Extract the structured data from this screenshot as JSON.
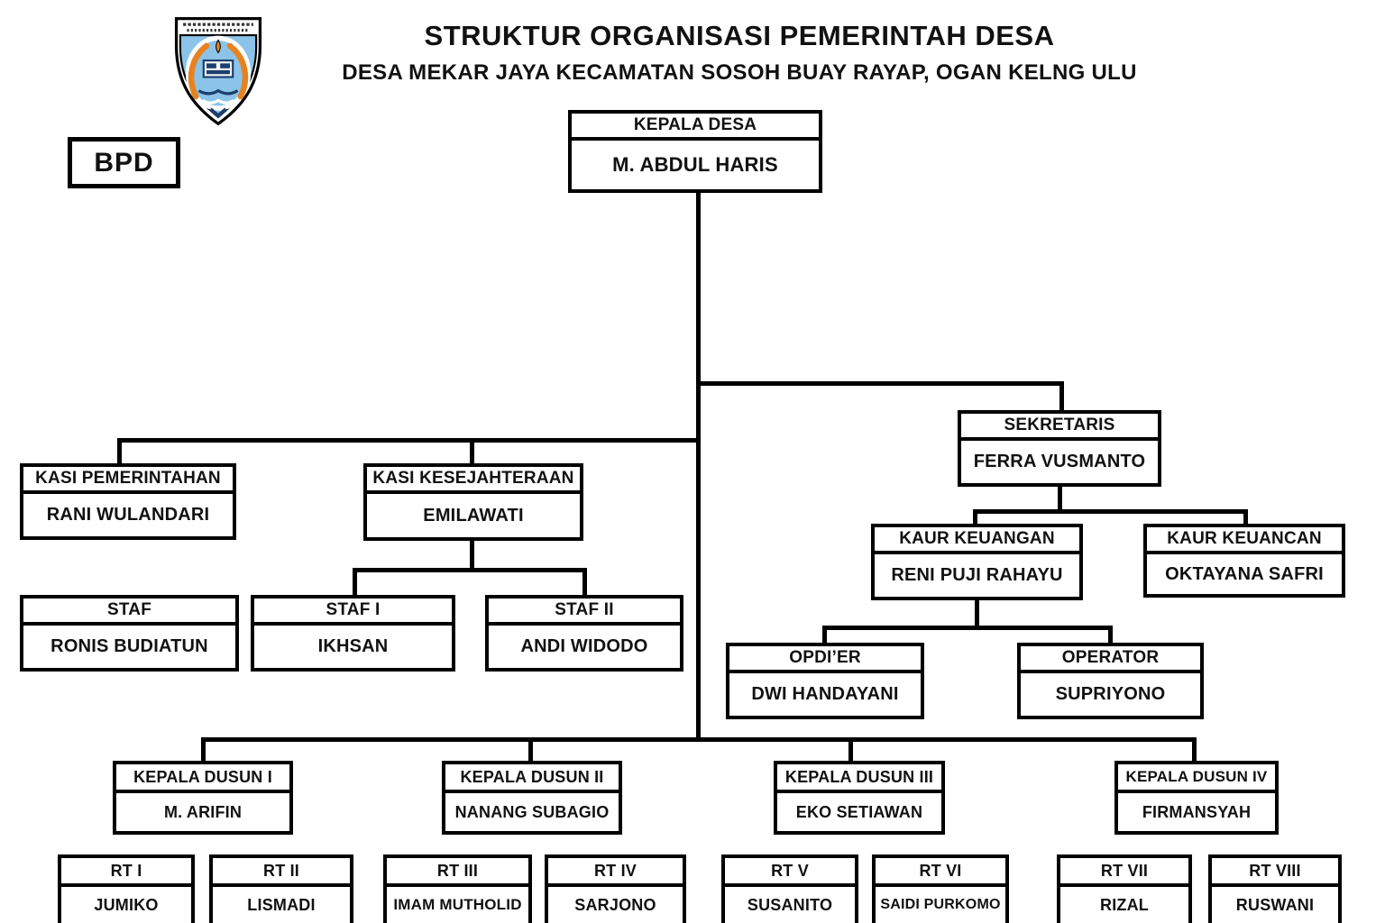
{
  "header": {
    "title": "STRUKTUR ORGANISASI PEMERINTAH DESA",
    "subtitle": "DESA MEKAR JAYA KECAMATAN SOSOH BUAY RAYAP, OGAN KELNG ULU"
  },
  "logo": {
    "name": "regency-crest-icon"
  },
  "colors": {
    "line": "#000000",
    "box_background": "#ffffff",
    "box_border": "#000000",
    "logo_blue": "#8cc3e8",
    "logo_orange": "#e8821e",
    "logo_navy": "#1b3f6e"
  },
  "org": {
    "bpd": {
      "label": "BPD"
    },
    "kepala_desa": {
      "title": "KEPALA DESA",
      "name": "M. ABDUL HARIS"
    },
    "sekretaris": {
      "title": "SEKRETARIS",
      "name": "FERRA VUSMANTO"
    },
    "kasi_pemerintahan": {
      "title": "KASI PEMERINTAHAN",
      "name": "RANI WULANDARI"
    },
    "kasi_kesejahteraan": {
      "title": "KASI KESEJAHTERAAN",
      "name": "EMILAWATI"
    },
    "staf": {
      "title": "STAF",
      "name": "RONIS BUDIATUN"
    },
    "staf_1": {
      "title": "STAF I",
      "name": "IKHSAN"
    },
    "staf_2": {
      "title": "STAF II",
      "name": "ANDI WIDODO"
    },
    "kaur_keuangan": {
      "title": "KAUR KEUANGAN",
      "name": "RENI PUJI RAHAYU"
    },
    "kaur_keuancan": {
      "title": "KAUR KEUANCAN",
      "name": "OKTAYANA SAFRI"
    },
    "opdier": {
      "title": "OPDI’ER",
      "name": "DWI HANDAYANI"
    },
    "operator": {
      "title": "OPERATOR",
      "name": "SUPRIYONO"
    },
    "kepala_dusun_1": {
      "title": "KEPALA DUSUN I",
      "name": "M. ARIFIN"
    },
    "kepala_dusun_2": {
      "title": "KEPALA DUSUN II",
      "name": "NANANG SUBAGIO"
    },
    "kepala_dusun_3": {
      "title": "KEPALA DUSUN III",
      "name": "EKO SETIAWAN"
    },
    "kepala_dusun_4": {
      "title": "KEPALA DUSUN IV",
      "name": "FIRMANSYAH"
    },
    "rt_1": {
      "title": "RT I",
      "name": "JUMIKO"
    },
    "rt_2": {
      "title": "RT II",
      "name": "LISMADI"
    },
    "rt_3": {
      "title": "RT III",
      "name": "IMAM MUTHOLID"
    },
    "rt_4": {
      "title": "RT IV",
      "name": "SARJONO"
    },
    "rt_5": {
      "title": "RT V",
      "name": "SUSANITO"
    },
    "rt_6": {
      "title": "RT VI",
      "name": "SAIDI PURKOMO"
    },
    "rt_7": {
      "title": "RT VII",
      "name": "RIZAL"
    },
    "rt_8": {
      "title": "RT VIII",
      "name": "RUSWANI"
    }
  }
}
